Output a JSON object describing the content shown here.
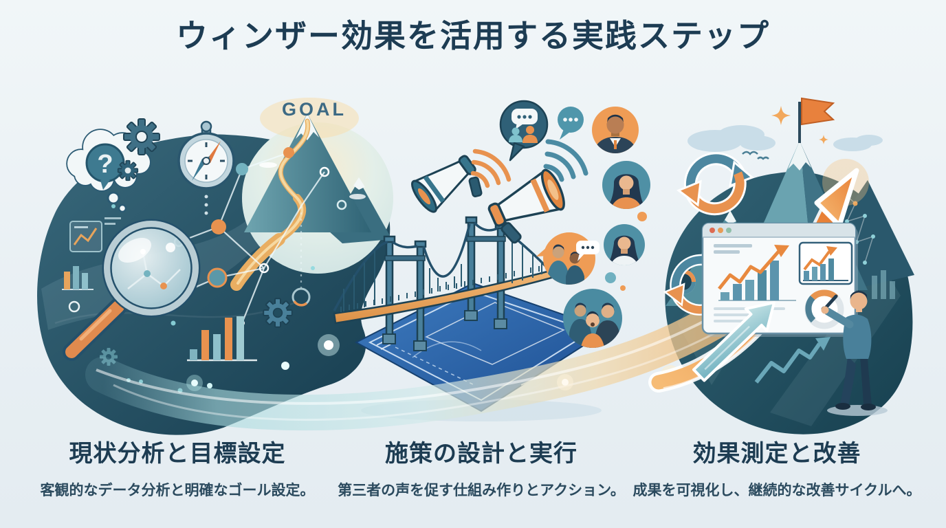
{
  "title": "ウィンザー効果を活用する実践ステップ",
  "goal_label": "GOAL",
  "steps": [
    {
      "heading": "現状分析と目標設定",
      "description": "客観的なデータ分析と明確なゴール設定。"
    },
    {
      "heading": "施策の設計と実行",
      "description": "第三者の声を促す仕組み作りとアクション。"
    },
    {
      "heading": "効果測定と改善",
      "description": "成果を可視化し、継続的な改善サイクルへ。"
    }
  ],
  "icons": {
    "question_mark": "?",
    "names": [
      "thought-bubble-icon",
      "gear-icon",
      "compass-icon",
      "magnifier-icon",
      "network-graph-icon",
      "bar-chart-icon",
      "goal-mountain-icon",
      "megaphone-icon",
      "sound-waves-icon",
      "speech-bubble-icon",
      "user-avatar-icon",
      "bridge-icon",
      "blueprint-icon",
      "flow-arrow-icon",
      "cycle-arrows-icon",
      "summit-flag-icon",
      "analytics-window-icon",
      "gauge-icon",
      "growth-arrow-icon",
      "person-icon"
    ]
  },
  "colors": {
    "background": "#e9f0f4",
    "title_text": "#1d3c53",
    "dark_teal_blob": "#235263",
    "teal_accent": "#4b8ba3",
    "orange_accent": "#e8924f",
    "blueprint_blue": "#2e6cb0",
    "white": "#f4f8f9"
  }
}
